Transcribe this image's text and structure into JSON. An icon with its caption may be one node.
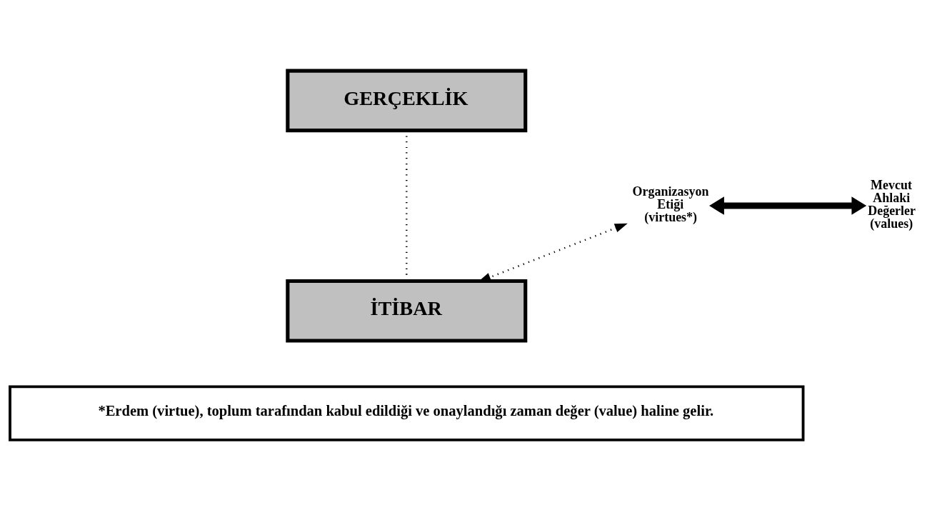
{
  "diagram": {
    "nodes": [
      {
        "text": [
          "GERÇEKLİK"
        ]
      },
      {
        "text": [
          "İTİBAR"
        ]
      },
      {
        "text": [
          "Organizasyon Etiği (virtues*)"
        ]
      },
      {
        "text": [
          "Mevcut Ahlaki Değerler (values)"
        ]
      },
      {
        "text": [
          "*Erdem (virtue), toplum tarafından kabul edildiği ve onaylandığı zaman değer (value) haline gelir."
        ]
      }
    ],
    "edges": [
      {
        "from": 0,
        "to": 1,
        "arrow": "none",
        "style": "dashed"
      },
      {
        "from": 2,
        "to": 3,
        "arrow": "both",
        "style": "thick"
      },
      {
        "from": 2,
        "to": 1,
        "arrow": "both",
        "style": "dashed"
      }
    ]
  }
}
